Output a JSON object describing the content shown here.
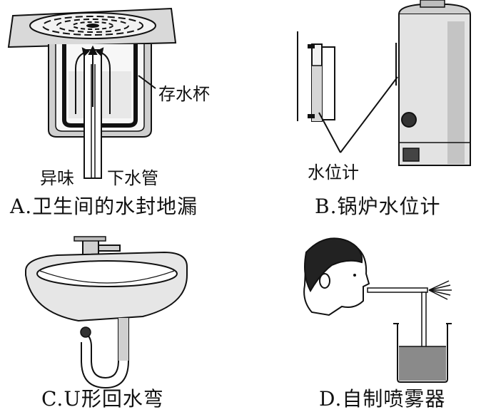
{
  "panels": {
    "a": {
      "caption": "A.卫生间的水封地漏",
      "labels": {
        "cup": "存水杯",
        "odor": "异味",
        "pipe": "下水管"
      }
    },
    "b": {
      "caption": "B.锅炉水位计",
      "labels": {
        "gauge": "水位计"
      }
    },
    "c": {
      "caption": "C.U形回水弯"
    },
    "d": {
      "caption": "D.自制喷雾器"
    }
  }
}
